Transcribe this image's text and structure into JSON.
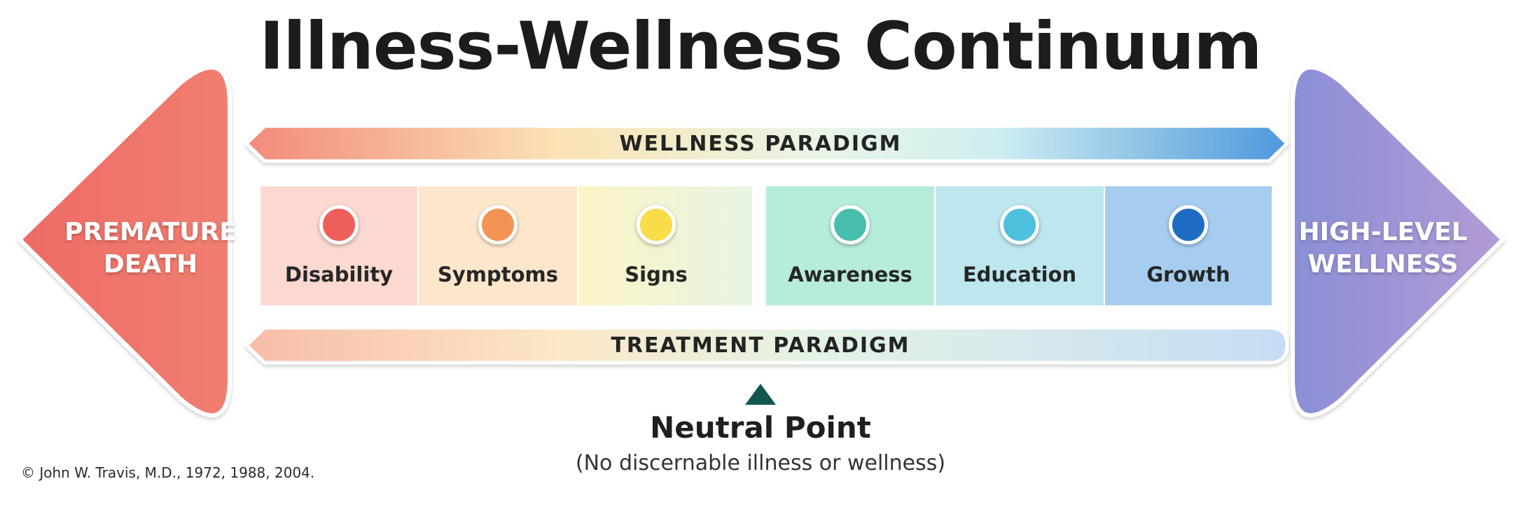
{
  "title": "Illness-Wellness Continuum",
  "paradigms": {
    "wellness": "WELLNESS PARADIGM",
    "treatment": "TREATMENT PARADIGM"
  },
  "endpoints": {
    "left": {
      "line1": "PREMATURE",
      "line2": "DEATH",
      "color": "#ee6f66"
    },
    "right": {
      "line1": "HIGH-LEVEL",
      "line2": "WELLNESS",
      "color": "#8f8fd6"
    }
  },
  "stages": [
    {
      "label": "Disability",
      "dot_color": "#ee5e5a",
      "cell_color": "#fbd9d0"
    },
    {
      "label": "Symptoms",
      "dot_color": "#f39454",
      "cell_color": "#fce6cc"
    },
    {
      "label": "Signs",
      "dot_color": "#f8dc48",
      "cell_color": "#fcf3c6"
    },
    {
      "label": "Awareness",
      "dot_color": "#48bfae",
      "cell_color": "#b6ecdc"
    },
    {
      "label": "Education",
      "dot_color": "#4dc0dd",
      "cell_color": "#bde6ef"
    },
    {
      "label": "Growth",
      "dot_color": "#1f6cc4",
      "cell_color": "#a6cdf0"
    }
  ],
  "neutral_point": {
    "title": "Neutral Point",
    "subtitle": "(No discernable illness or wellness)",
    "marker_color": "#11574f"
  },
  "copyright": "© John W. Travis, M.D., 1972, 1988, 2004."
}
